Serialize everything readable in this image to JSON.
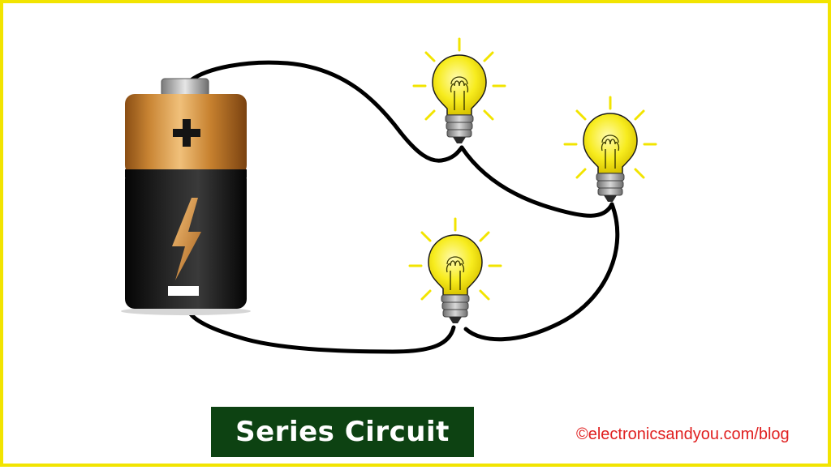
{
  "title": "Series Circuit",
  "credit": "©electronicsandyou.com/blog",
  "colors": {
    "frame": "#f2e400",
    "title_background": "#0d4212",
    "title_text": "#ffffff",
    "credit_text": "#e02020",
    "wire": "#000000",
    "bulb_glass": "#f5ec1a",
    "ray": "#f2e400",
    "battery_top": "#c27a2e",
    "battery_bottom": "#151515"
  },
  "diagram": {
    "components": [
      {
        "name": "battery-icon",
        "terminals": [
          "positive",
          "negative"
        ],
        "bolt_icon": "lightning-bolt-icon"
      },
      {
        "name": "light-bulb-icon"
      },
      {
        "name": "light-bulb-icon"
      },
      {
        "name": "light-bulb-icon"
      }
    ],
    "connection": "series"
  }
}
